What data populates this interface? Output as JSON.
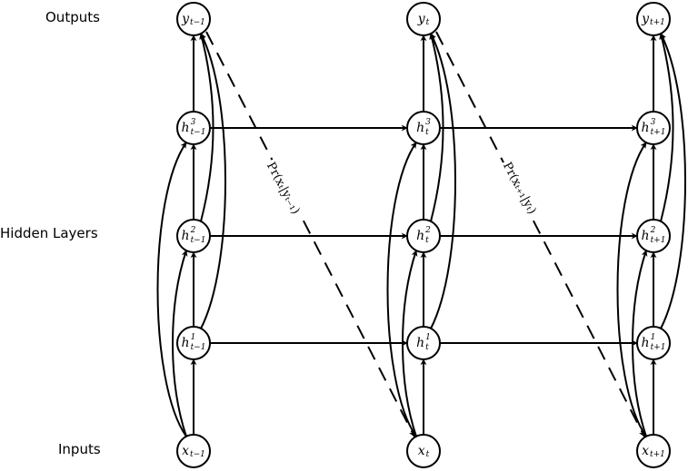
{
  "labels": {
    "outputs": "Outputs",
    "hidden": "Hidden Layers",
    "inputs": "Inputs"
  },
  "columns": [
    {
      "x": {
        "base": "x",
        "sub": "t−1"
      },
      "h1": {
        "base": "h",
        "sup": "1",
        "sub": "t−1"
      },
      "h2": {
        "base": "h",
        "sup": "2",
        "sub": "t−1"
      },
      "h3": {
        "base": "h",
        "sup": "3",
        "sub": "t−1"
      },
      "y": {
        "base": "y",
        "sub": "t−1"
      }
    },
    {
      "x": {
        "base": "x",
        "sub": "t"
      },
      "h1": {
        "base": "h",
        "sup": "1",
        "sub": "t"
      },
      "h2": {
        "base": "h",
        "sup": "2",
        "sub": "t"
      },
      "h3": {
        "base": "h",
        "sup": "3",
        "sub": "t"
      },
      "y": {
        "base": "y",
        "sub": "t"
      }
    },
    {
      "x": {
        "base": "x",
        "sub": "t+1"
      },
      "h1": {
        "base": "h",
        "sup": "1",
        "sub": "t+1"
      },
      "h2": {
        "base": "h",
        "sup": "2",
        "sub": "t+1"
      },
      "h3": {
        "base": "h",
        "sup": "3",
        "sub": "t+1"
      },
      "y": {
        "base": "y",
        "sub": "t+1"
      }
    }
  ],
  "prediction_labels": [
    "Pr(xₜ|yₜ₋₁)",
    "Pr(xₜ₊₁|yₜ)"
  ]
}
